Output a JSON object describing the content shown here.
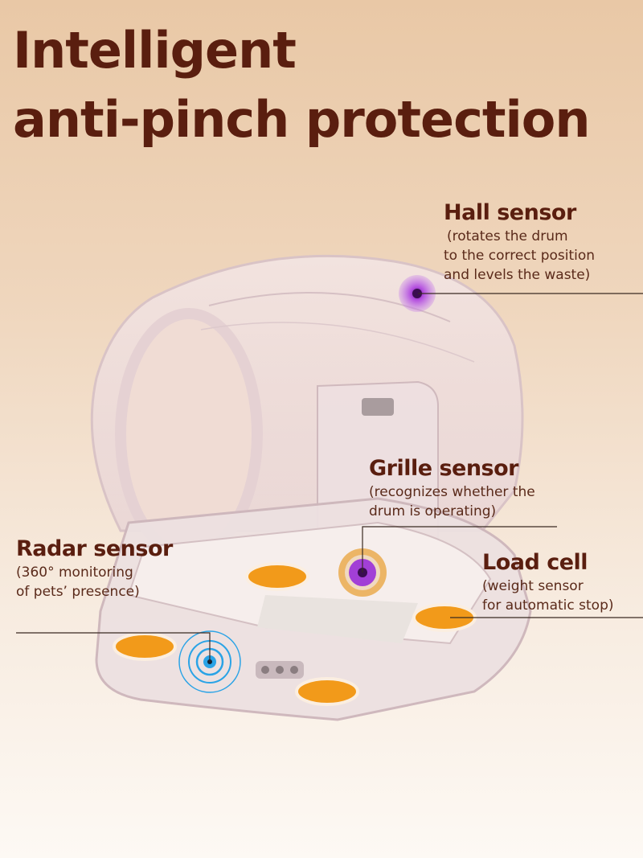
{
  "headline": {
    "line1": "Intelligent",
    "line2": "anti-pinch protection"
  },
  "callouts": {
    "hall": {
      "title": "Hall sensor",
      "desc": [
        "(rotates the drum",
        "to the correct position",
        "and levels the waste)"
      ]
    },
    "grille": {
      "title": "Grille sensor",
      "desc": [
        "(recognizes whether the",
        "drum is operating)"
      ]
    },
    "radar": {
      "title": "Radar sensor",
      "desc": [
        "(360° monitoring",
        "of pets’ presence)"
      ]
    },
    "load": {
      "title": "Load cell",
      "desc": [
        "(weight sensor",
        "for automatic stop)"
      ]
    }
  },
  "colors": {
    "text": "#5a1e0f",
    "hall_marker": "#a23fd6",
    "load_pad": "#f29a1a",
    "radar_ring": "#2aa3e6",
    "leader_line": "#3a2a22"
  }
}
